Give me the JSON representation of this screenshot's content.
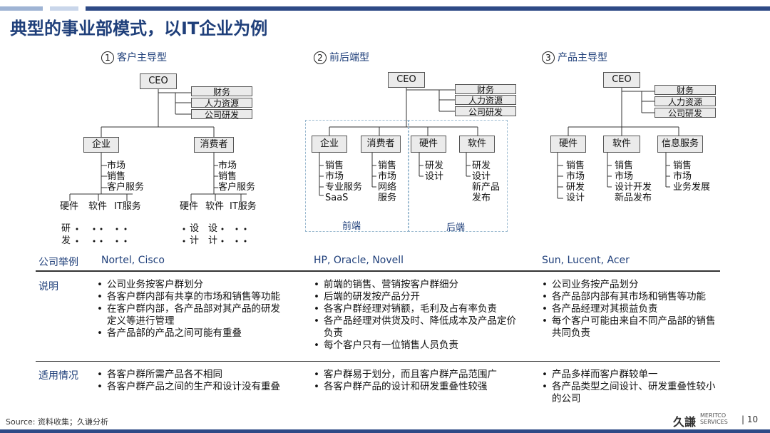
{
  "title": "典型的事业部模式，以IT企业为例",
  "models": [
    {
      "num": "1",
      "label": "客户主导型"
    },
    {
      "num": "2",
      "label": "前后端型"
    },
    {
      "num": "3",
      "label": "产品主导型"
    }
  ],
  "diagram1": {
    "ceo": "CEO",
    "functions": [
      "财务",
      "人力资源",
      "公司研发"
    ],
    "bu": [
      "企业",
      "消费者"
    ],
    "bu_text": "市场\n销售\n客户服务",
    "products": [
      "硬件",
      "软件",
      "IT服务"
    ],
    "product_text_left": "研\n发",
    "product_text_right": "设\n计"
  },
  "diagram2": {
    "ceo": "CEO",
    "functions": [
      "财务",
      "人力资源",
      "公司研发"
    ],
    "front": [
      "企业",
      "消费者"
    ],
    "back": [
      "硬件",
      "软件"
    ],
    "front_a_text": "销售\n市场\n专业服务\nSaaS",
    "front_b_text": "销售\n市场\n网络\n服务",
    "back_a_text": "研发\n设计",
    "back_b_text": "研发\n设计\n新产品\n发布",
    "front_label": "前端",
    "back_label": "后端"
  },
  "diagram3": {
    "ceo": "CEO",
    "functions": [
      "财务",
      "人力资源",
      "公司研发"
    ],
    "products": [
      "硬件",
      "软件",
      "信息服务"
    ],
    "p1_text": "销售\n市场\n研发\n设计",
    "p2_text": "销售\n市场\n设计开发\n新品发布",
    "p3_text": "销售\n市场\n业务发展"
  },
  "examples_label": "公司举例",
  "examples": [
    "Nortel, Cisco",
    "HP, Oracle, Novell",
    "Sun, Lucent, Acer"
  ],
  "explain_label": "说明",
  "explain": [
    [
      "公司业务按客户群划分",
      "各客户群内部有共享的市场和销售等功能",
      "在客户群内部，各产品部对其产品的研发定义等进行管理",
      "各产品部的产品之间可能有重叠"
    ],
    [
      "前端的销售、营销按客户群细分",
      "后端的研发按产品分开",
      "各客户群经理对销额，毛利及占有率负责",
      "各产品经理对供货及时、降低成本及产品定价负责",
      "每个客户只有一位销售人员负责"
    ],
    [
      "公司业务按产品划分",
      "各产品部内部有其市场和销售等功能",
      "各产品经理对其损益负责",
      "每个客户可能由来自不同产品部的销售共同负责"
    ]
  ],
  "apply_label": "适用情况",
  "apply": [
    [
      "各客户群所需产品各不相同",
      "各客户群产品之间的生产和设计没有重叠"
    ],
    [
      "客户群易于划分，而且客户群产品范围广",
      "各客户群产品的设计和研发重叠性较强"
    ],
    [
      "产品多样而客户群较单一",
      "各产品类型之间设计、研发重叠性较小的公司"
    ]
  ],
  "source": "Source: 资料收集；久谦分析",
  "logo_cn": "久謙",
  "logo_en_1": "MERITCO",
  "logo_en_2": "SERVICES",
  "page_number": "| 10",
  "colors": {
    "title": "#1f3f7a",
    "topbar": "#2e4a86",
    "box_fill": "#ebebeb",
    "dash": "#9bbad0"
  }
}
